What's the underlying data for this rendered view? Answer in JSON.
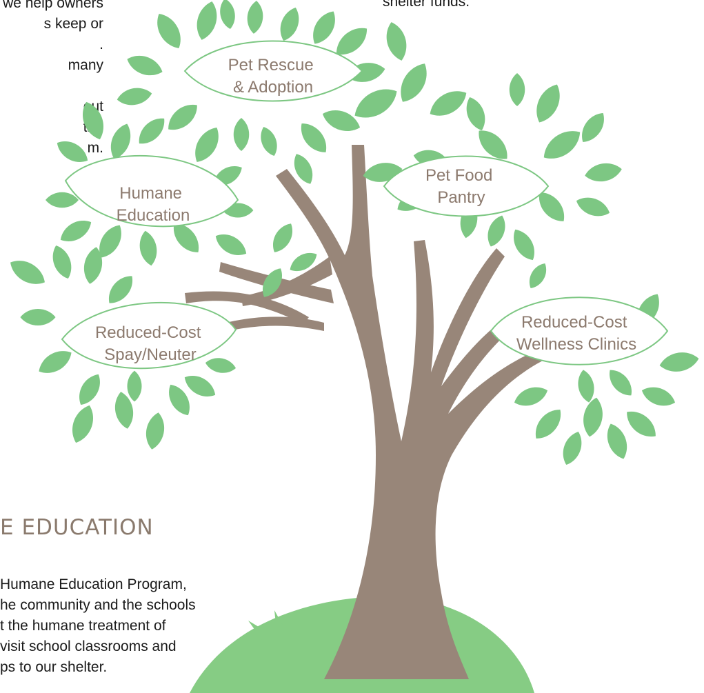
{
  "left_fragment": [
    "we help owners",
    "s keep or",
    ".",
    "many",
    "",
    "out",
    "the",
    "m."
  ],
  "top_right_fragment": [
    "shelter funds."
  ],
  "section_heading": "E EDUCATION",
  "bottom_fragment": [
    "Humane Education Program,",
    "he community and the schools",
    "t the humane treatment of",
    "visit school classrooms and",
    "ps to our shelter."
  ],
  "programs": {
    "pet_rescue": [
      "Pet Rescue",
      "& Adoption"
    ],
    "humane_education": [
      "Humane",
      "Education"
    ],
    "pet_food_pantry": [
      "Pet Food",
      "Pantry"
    ],
    "spay_neuter": [
      "Reduced-Cost",
      "Spay/Neuter"
    ],
    "wellness_clinics": [
      "Reduced-Cost",
      "Wellness Clinics"
    ]
  },
  "colors": {
    "leaf": "#7dc783",
    "trunk": "#988679",
    "grass": "#86cc84",
    "label": "#8c7a6e",
    "bubble_outline": "#7dc783"
  }
}
